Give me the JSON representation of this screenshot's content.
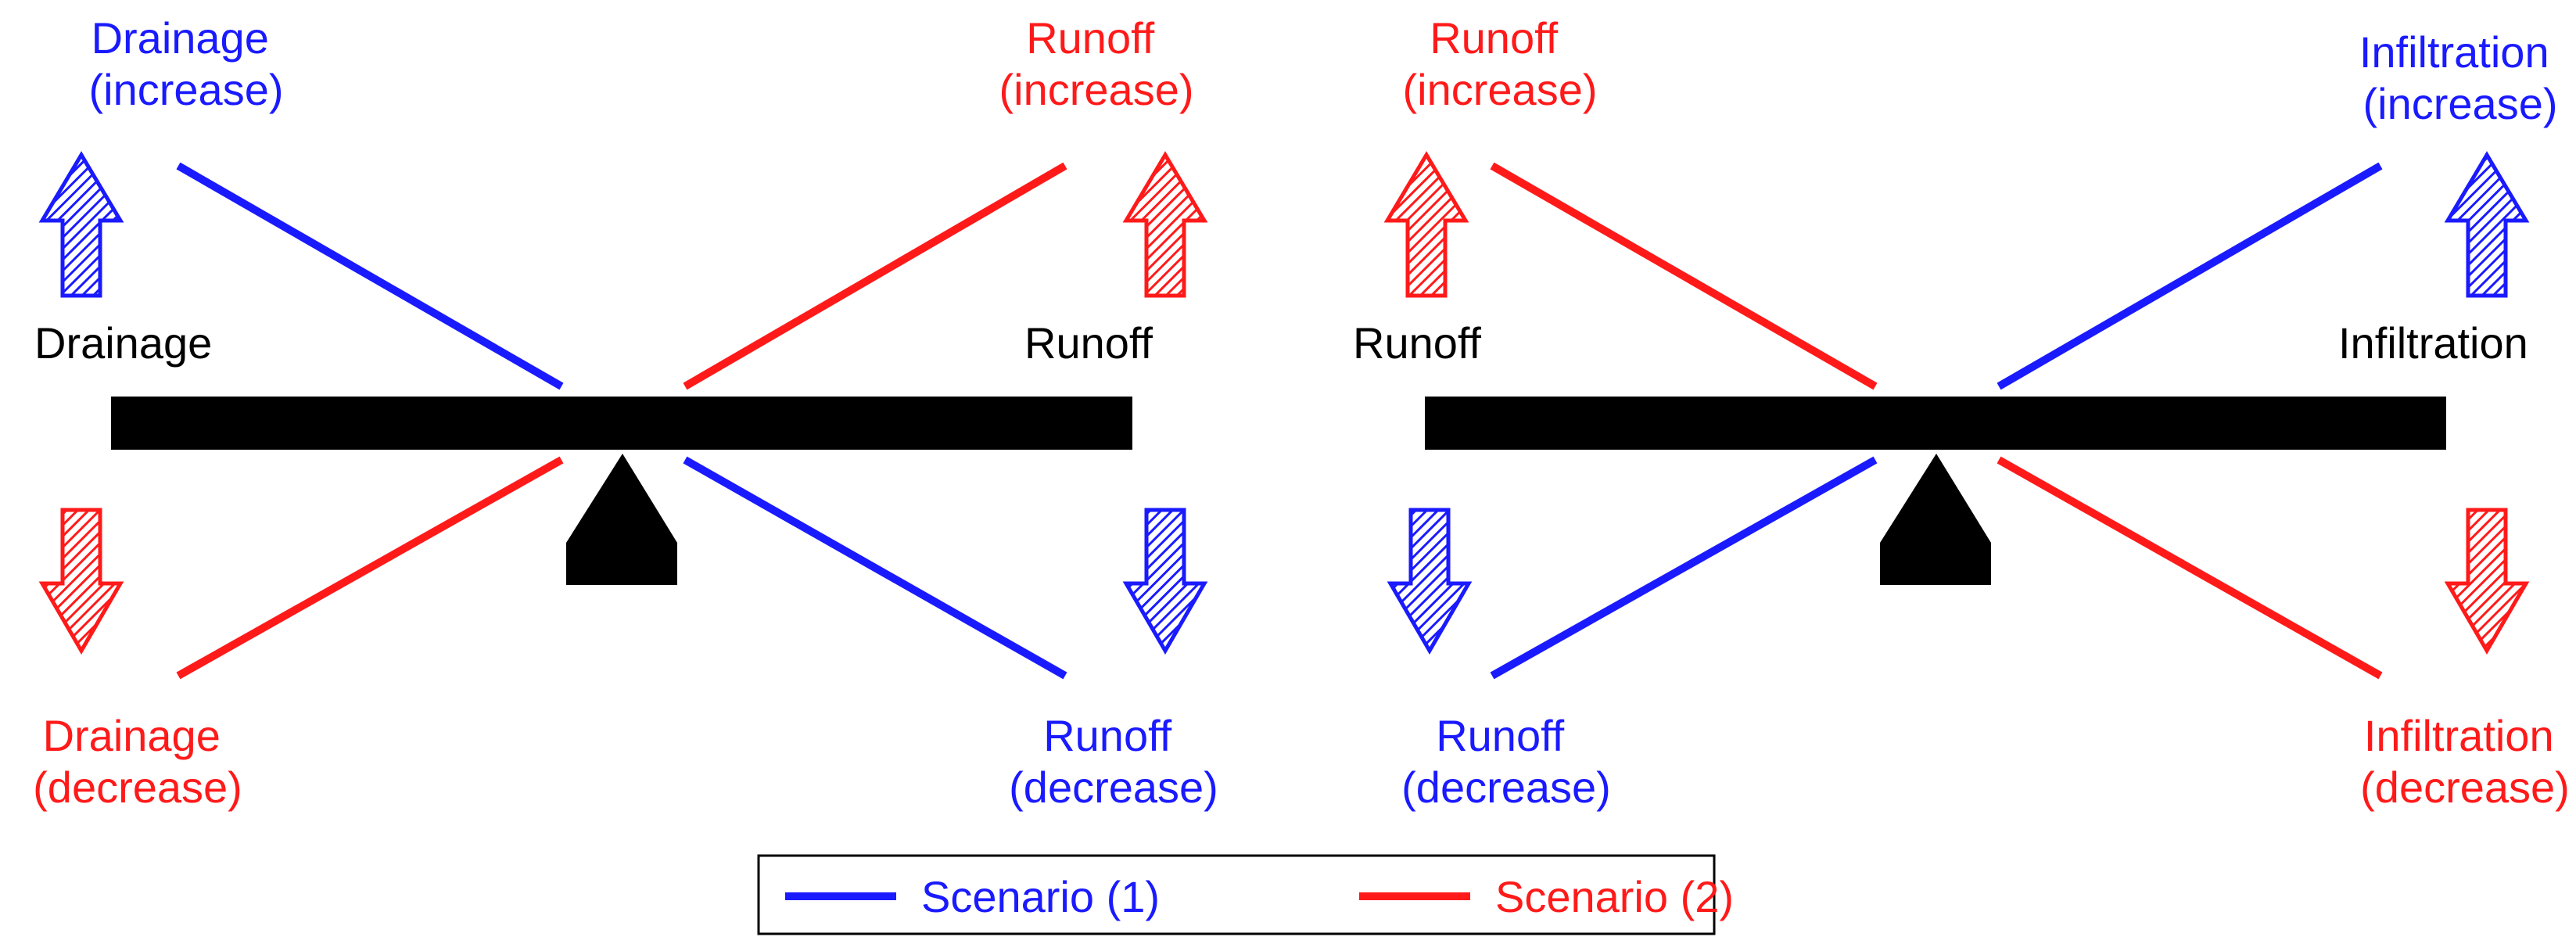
{
  "colors": {
    "scenario1": "#1a1aff",
    "scenario2": "#ff1a1a",
    "beam": "#000000",
    "text": "#000000"
  },
  "panel1": {
    "top_left": [
      "Drainage",
      "(increase)"
    ],
    "top_right": [
      "Runoff",
      "(increase)"
    ],
    "left_label": "Drainage",
    "right_label": "Runoff",
    "bottom_left": [
      "Drainage",
      "(decrease)"
    ],
    "bottom_right": [
      "Runoff",
      "(decrease)"
    ],
    "arrows": {
      "top_left": "up",
      "top_right": "up",
      "bottom_left": "down",
      "bottom_right": "down"
    }
  },
  "panel2": {
    "top_left": [
      "Runoff",
      "(increase)"
    ],
    "top_right": [
      "Infiltration",
      "(increase)"
    ],
    "left_label": "Runoff",
    "right_label": "Infiltration",
    "bottom_left": [
      "Runoff",
      "(decrease)"
    ],
    "bottom_right": [
      "Infiltration",
      "(decrease)"
    ],
    "arrows": {
      "top_left": "up",
      "top_right": "up",
      "bottom_left": "down",
      "bottom_right": "down"
    }
  },
  "legend": {
    "items": [
      {
        "label": "Scenario (1)",
        "color_key": "scenario1"
      },
      {
        "label": "Scenario (2)",
        "color_key": "scenario2"
      }
    ]
  }
}
